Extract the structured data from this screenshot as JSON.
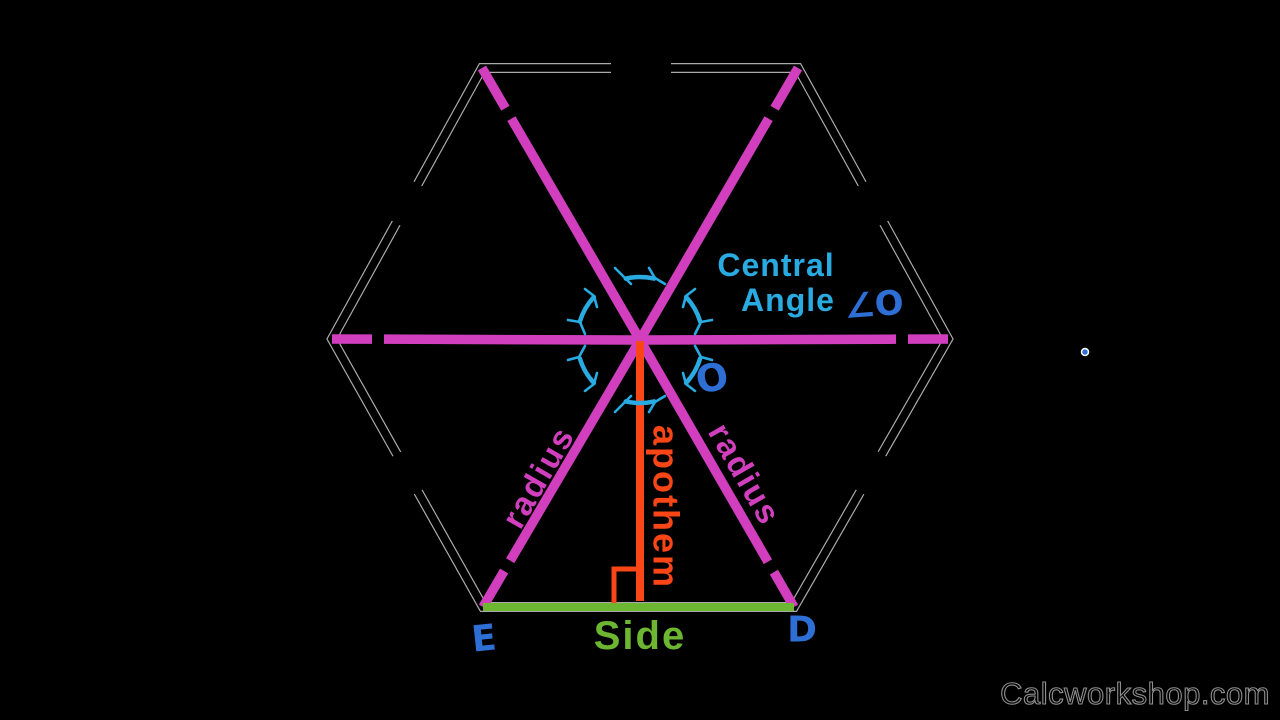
{
  "labels": {
    "central_line1": "Central",
    "central_line2": "Angle",
    "angle_symbol": "∠O",
    "vertex_angle": "O",
    "radius_left": "radius",
    "radius_right": "radius",
    "apothem": "apothem",
    "side": "Side",
    "vertex_e": "E",
    "vertex_d": "D"
  },
  "watermark": "Calcworkshop.com",
  "colors": {
    "background": "#000000",
    "hex_outline": "#c9c9c9",
    "magenta": "#d23fbe",
    "orange": "#fa4616",
    "green": "#6cb632",
    "light_blue": "#29abe2",
    "hand_blue": "#2e6fd6",
    "watermark": "#8f8f8f"
  }
}
